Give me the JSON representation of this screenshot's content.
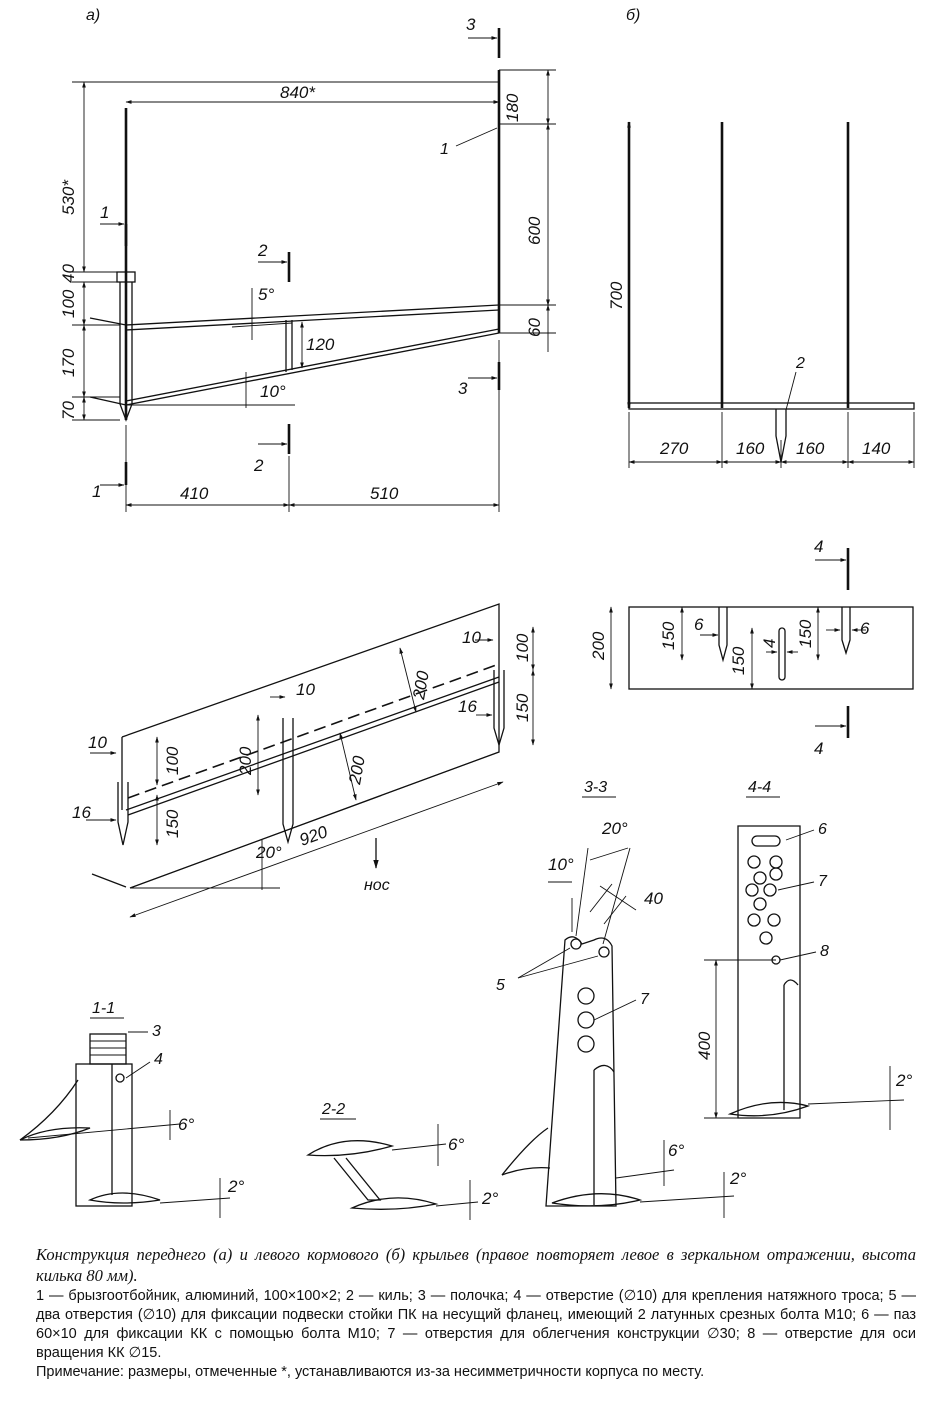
{
  "views": {
    "a": "а)",
    "b": "б)"
  },
  "top_a": {
    "dims": {
      "d840": "840*",
      "d530": "530*",
      "d180": "180",
      "d600": "600",
      "d60": "60",
      "d40": "40",
      "d100": "100",
      "d170": "170",
      "d70": "70",
      "d120": "120",
      "d410": "410",
      "d510": "510"
    },
    "angles": {
      "a5": "5°",
      "a10": "10°"
    },
    "sections": {
      "s1a": "1",
      "s1b": "1",
      "s2a": "2",
      "s2b": "2",
      "s3a": "3",
      "s3b": "3"
    },
    "callouts": {
      "c1": "1"
    }
  },
  "top_b": {
    "dims": {
      "d700": "700",
      "d270": "270",
      "d160a": "160",
      "d160b": "160",
      "d140": "140"
    },
    "callouts": {
      "c2": "2"
    }
  },
  "plate_b": {
    "dims": {
      "d200": "200",
      "d150a": "150",
      "d6a": "6",
      "d4": "4",
      "d150b": "150",
      "d150c": "150",
      "d6b": "6"
    },
    "sections": {
      "s4a": "4",
      "s4b": "4"
    }
  },
  "iso": {
    "dims": {
      "d10a": "10",
      "d100a": "100",
      "d200a": "200",
      "d16a": "16",
      "d150a": "150",
      "d10b": "10",
      "d200b": "200",
      "d200c": "200",
      "d10c": "10",
      "d100b": "100",
      "d16b": "16",
      "d150b": "150",
      "d920": "920"
    },
    "angles": {
      "a20": "20°"
    },
    "nose": "нос"
  },
  "sec11": {
    "title": "1-1",
    "c3": "3",
    "c4": "4",
    "a6": "6°",
    "a2": "2°"
  },
  "sec22": {
    "title": "2-2",
    "a6": "6°",
    "a2": "2°"
  },
  "sec33": {
    "title": "3-3",
    "a20": "20°",
    "a10": "10°",
    "d40": "40",
    "c5": "5",
    "c7": "7",
    "a6": "6°",
    "a2": "2°"
  },
  "sec44": {
    "title": "4-4",
    "c6": "6",
    "c7": "7",
    "c8": "8",
    "d400": "400",
    "a2": "2°"
  },
  "caption": {
    "title": "Конструкция переднего (а) и левого кормового (б) крыльев (правое повторяет левое в зеркальном отражении, высота килька 80 мм).",
    "body": "1 — брызгоотбойник, алюминий, 100×100×2; 2 — киль; 3 — полочка; 4 — отверстие (∅10) для крепления натяжного троса; 5 — два отверстия (∅10) для фиксации подвески стойки ПК на несущий фланец, имеющий 2 латунных срезных болта М10; 6 — паз 60×10 для фиксации КК с помощью болта М10; 7 — отверстия для облегчения конструкции ∅30; 8 — отверстие для оси вращения КК ∅15.",
    "note": "Примечание: размеры, отмеченные *, устанавливаются из-за несимметричности корпуса по месту."
  }
}
